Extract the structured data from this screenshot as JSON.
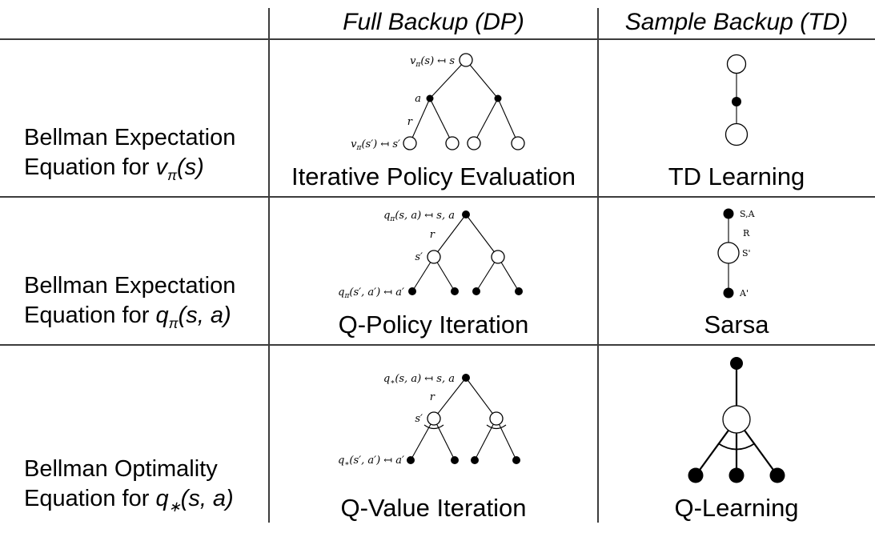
{
  "header": {
    "full_backup": "Full Backup (DP)",
    "sample_backup": "Sample Backup (TD)"
  },
  "colors": {
    "line": "#3c3c3c",
    "text": "#000000",
    "background": "#ffffff"
  },
  "rows": [
    {
      "label": {
        "line1": "Bellman Expectation",
        "line2_pre": "Equation for ",
        "var": "v",
        "sub": "π",
        "args": "(s)"
      },
      "dp": {
        "caption": "Iterative Policy Evaluation",
        "root_var": "v",
        "root_sub": "π",
        "root_rest": "(s) ↤ s",
        "action_label": "a",
        "reward_label": "r",
        "leaf_var": "v",
        "leaf_sub": "π",
        "leaf_rest": "(s′) ↤ s′"
      },
      "td": {
        "caption": "TD Learning"
      }
    },
    {
      "label": {
        "line1": "Bellman Expectation",
        "line2_pre": "Equation for ",
        "var": "q",
        "sub": "π",
        "args": "(s, a)"
      },
      "dp": {
        "caption": "Q-Policy Iteration",
        "root_var": "q",
        "root_sub": "π",
        "root_rest": "(s, a) ↤ s, a",
        "reward_label": "r",
        "state_label": "s′",
        "leaf_var": "q",
        "leaf_sub": "π",
        "leaf_rest": "(s′, a′) ↤ a′"
      },
      "td": {
        "caption": "Sarsa",
        "top_label": "S,A",
        "reward_label": "R",
        "state_label": "S'",
        "action_label": "A'"
      }
    },
    {
      "label": {
        "line1": "Bellman Optimality",
        "line2_pre": "Equation for ",
        "var": "q",
        "sub": "∗",
        "args": "(s, a)"
      },
      "dp": {
        "caption": "Q-Value Iteration",
        "root_var": "q",
        "root_sub": "∗",
        "root_rest": "(s, a) ↤ s, a",
        "reward_label": "r",
        "state_label": "s′",
        "leaf_var": "q",
        "leaf_sub": "∗",
        "leaf_rest": "(s′, a′) ↤ a′"
      },
      "td": {
        "caption": "Q-Learning"
      }
    }
  ]
}
